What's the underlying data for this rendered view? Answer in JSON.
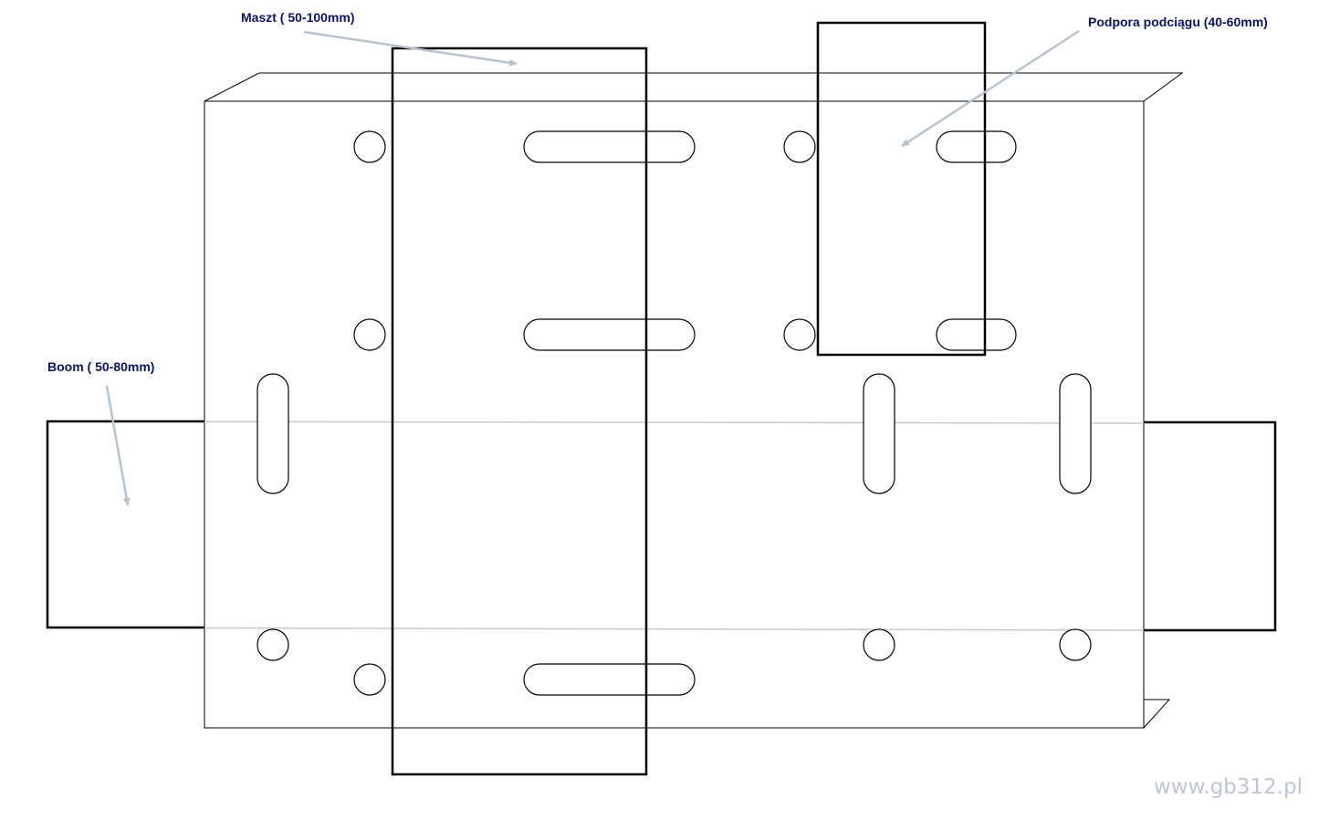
{
  "labels": {
    "mast": "Maszt ( 50-100mm)",
    "girder_support": "Podpora podciągu (40-60mm)",
    "boom": "Boom ( 50-80mm)"
  },
  "watermark": "www.gb312.pl",
  "colors": {
    "label_text": "#0a1464",
    "arrow": "#b9c3cf",
    "watermark": "#c0c4d6",
    "outline": "#000000",
    "guide_lines": "#c8c8c8"
  }
}
